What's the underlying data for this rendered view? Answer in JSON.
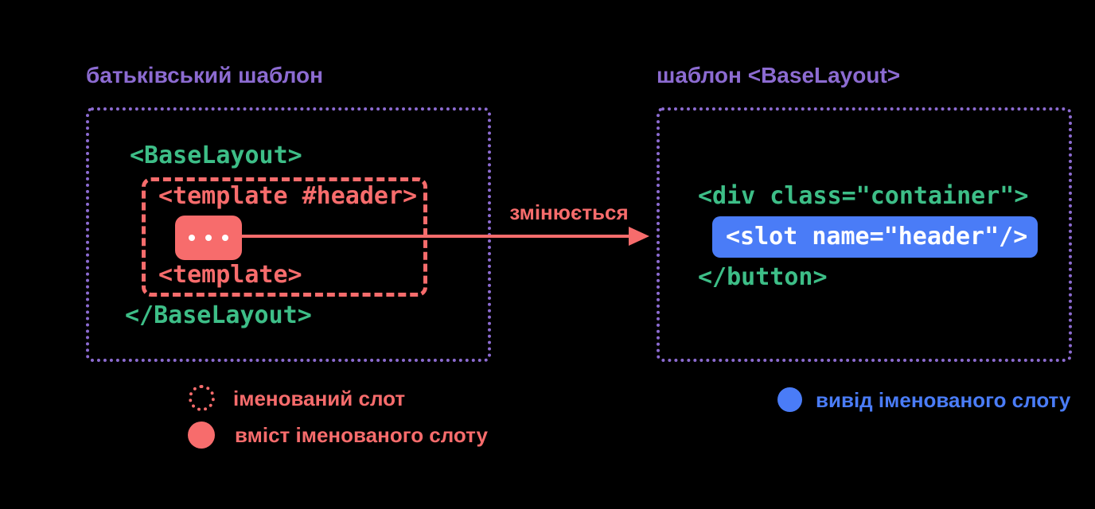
{
  "colors": {
    "background": "#000000",
    "purple": "#8C6BD1",
    "green": "#3DBE87",
    "red": "#F76C6C",
    "blue": "#4A7CF7",
    "white": "#FFFFFF"
  },
  "left_panel": {
    "title": "батьківський шаблон",
    "code_open": "<BaseLayout>",
    "template_open": "<template #header>",
    "slot_content_dots": "...",
    "template_close": "<template>",
    "code_close": "</BaseLayout>"
  },
  "arrow": {
    "label": "змінюється"
  },
  "right_panel": {
    "title": "шаблон <BaseLayout>",
    "code_open": "<div class=\"container\">",
    "slot_output": "<slot name=\"header\"/>",
    "code_close": "</button>"
  },
  "legend": {
    "named_slot": "іменований слот",
    "named_slot_content": "вміст іменованого слоту",
    "named_slot_output": "вивід іменованого слоту"
  }
}
